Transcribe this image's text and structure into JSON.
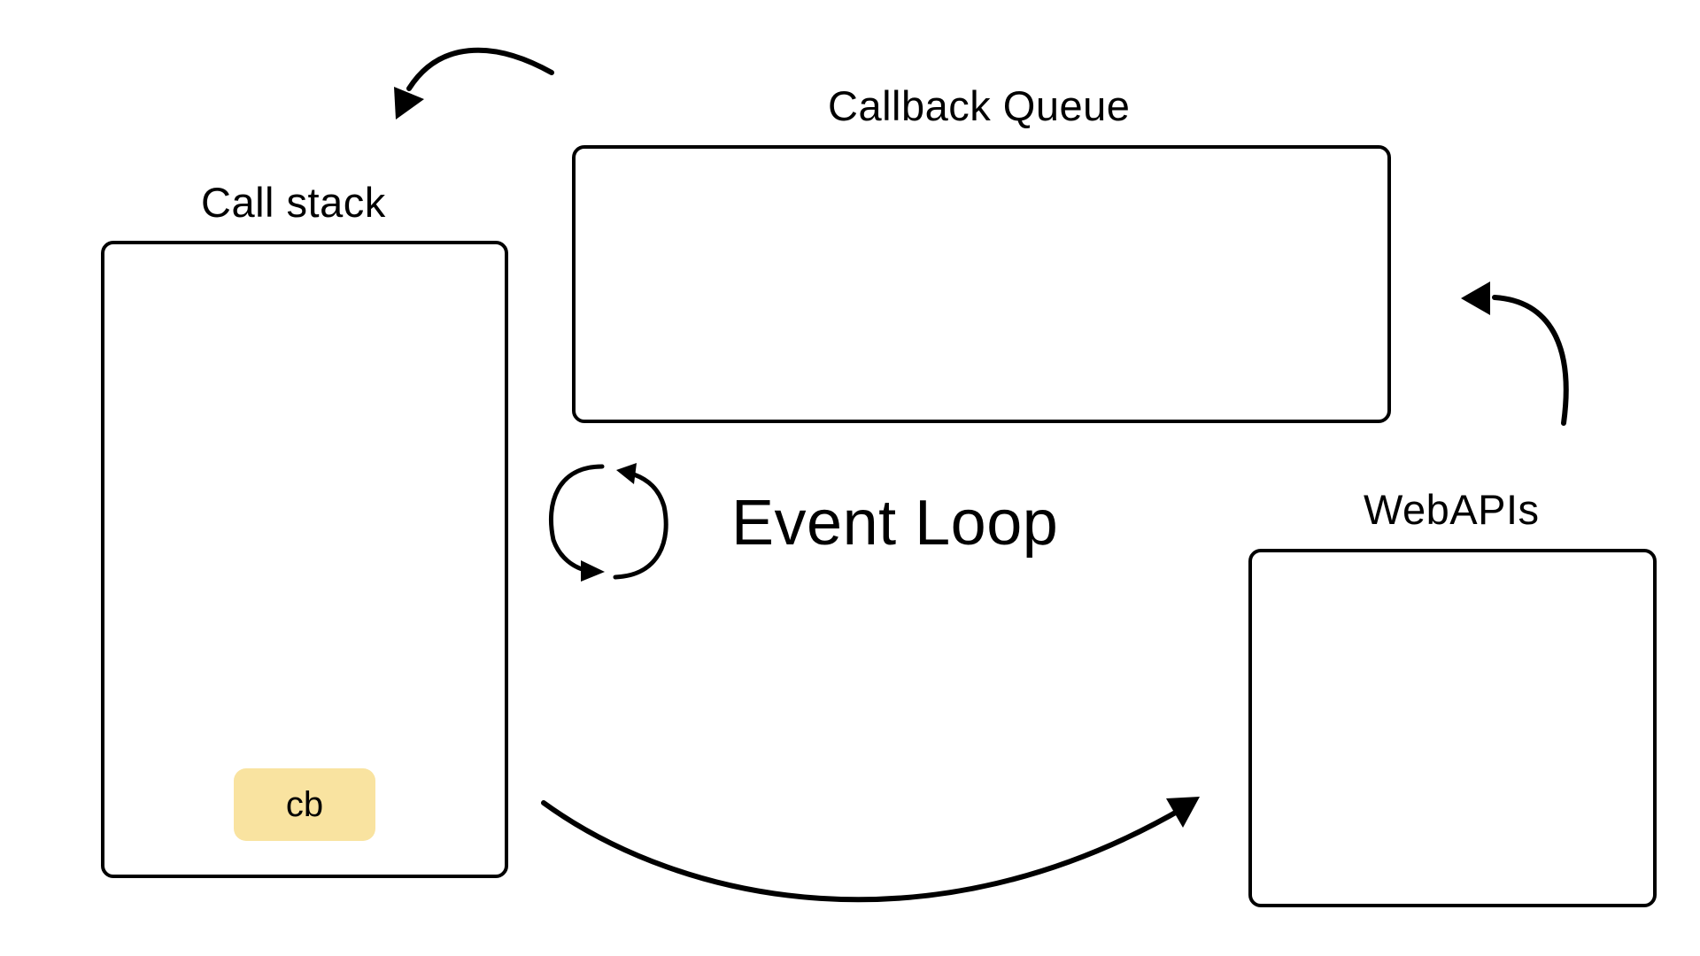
{
  "title": "Event Loop",
  "call_stack": {
    "label": "Call stack",
    "items": [
      {
        "label": "cb",
        "color": "#f9e3a0"
      }
    ]
  },
  "callback_queue": {
    "label": "Callback Queue",
    "items": []
  },
  "web_apis": {
    "label": "WebAPIs",
    "items": []
  },
  "colors": {
    "stroke": "#000000",
    "stack_item": "#f9e3a0",
    "background": "#ffffff"
  },
  "flows": [
    {
      "from": "call_stack",
      "to": "web_apis",
      "icon": "arrow-curve-right-icon"
    },
    {
      "from": "web_apis",
      "to": "callback_queue",
      "icon": "arrow-curve-up-icon"
    },
    {
      "from": "callback_queue",
      "to": "call_stack",
      "icon": "arrow-curve-left-icon"
    }
  ],
  "event_loop_icon": "cycle-arrows-icon"
}
